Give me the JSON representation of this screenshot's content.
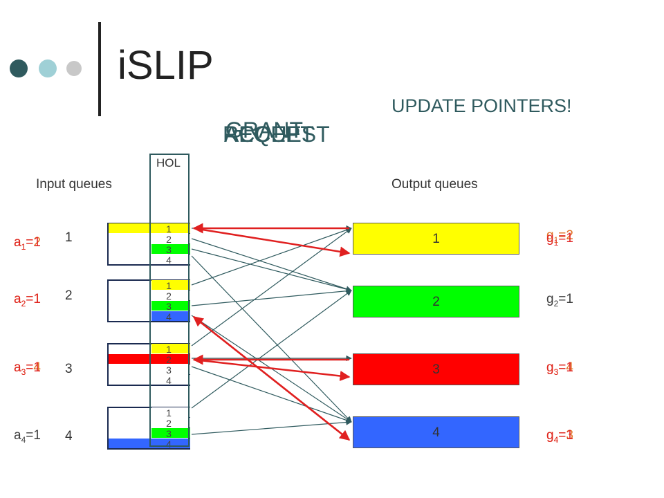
{
  "title": "iSLIP",
  "update_text": "UPDATE POINTERS!",
  "phase_labels": [
    "REQUEST",
    "GRANT",
    "ACCEPT"
  ],
  "hol_label": "HOL",
  "input_queues_label": "Input queues",
  "output_queues_label": "Output queues",
  "colors": {
    "teal_dark": "#2f5a5e",
    "teal_light": "#9fd0d6",
    "grey_dot": "#c8c8c8",
    "yellow": "#ffff00",
    "green": "#00ff00",
    "red": "#ff0000",
    "blue": "#3366ff",
    "grant_line": "#e02020",
    "request_line": "#2f5a5e",
    "pointer_red": "#e02020",
    "pointer_orange": "#e06a1a"
  },
  "inputs": [
    {
      "id": "1",
      "cells": [
        "yellow",
        "white",
        "green",
        "white"
      ],
      "cell_numbers": [
        "1",
        "2",
        "3",
        "4"
      ]
    },
    {
      "id": "2",
      "cells": [
        "yellow",
        "white",
        "green",
        "blue"
      ],
      "cell_numbers": [
        "1",
        "2",
        "3",
        "4"
      ]
    },
    {
      "id": "3",
      "cells": [
        "yellow",
        "red",
        "white",
        "white"
      ],
      "cell_numbers": [
        "1",
        "2",
        "3",
        "4"
      ]
    },
    {
      "id": "4",
      "cells": [
        "white",
        "white",
        "green",
        "blue"
      ],
      "cell_numbers": [
        "1",
        "2",
        "3",
        "4"
      ]
    }
  ],
  "outputs": [
    {
      "id": "1",
      "color": "yellow"
    },
    {
      "id": "2",
      "color": "green"
    },
    {
      "id": "3",
      "color": "red"
    },
    {
      "id": "4",
      "color": "blue"
    }
  ],
  "accept_pointers": [
    {
      "base": "a",
      "sub": "1",
      "values": [
        "=2",
        "=1"
      ]
    },
    {
      "base": "a",
      "sub": "2",
      "values": [
        "=1",
        "=1"
      ]
    },
    {
      "base": "a",
      "sub": "3",
      "values": [
        "=4",
        "=1"
      ]
    },
    {
      "base": "a",
      "sub": "4",
      "values": [
        "=1"
      ]
    }
  ],
  "grant_pointers": [
    {
      "base": "g",
      "sub": "1",
      "values": [
        "=2",
        "=1"
      ]
    },
    {
      "base": "g",
      "sub": "2",
      "values": [
        "=1"
      ]
    },
    {
      "base": "g",
      "sub": "3",
      "values": [
        "=4",
        "=1"
      ]
    },
    {
      "base": "g",
      "sub": "4",
      "values": [
        "=3",
        "=1"
      ]
    }
  ]
}
